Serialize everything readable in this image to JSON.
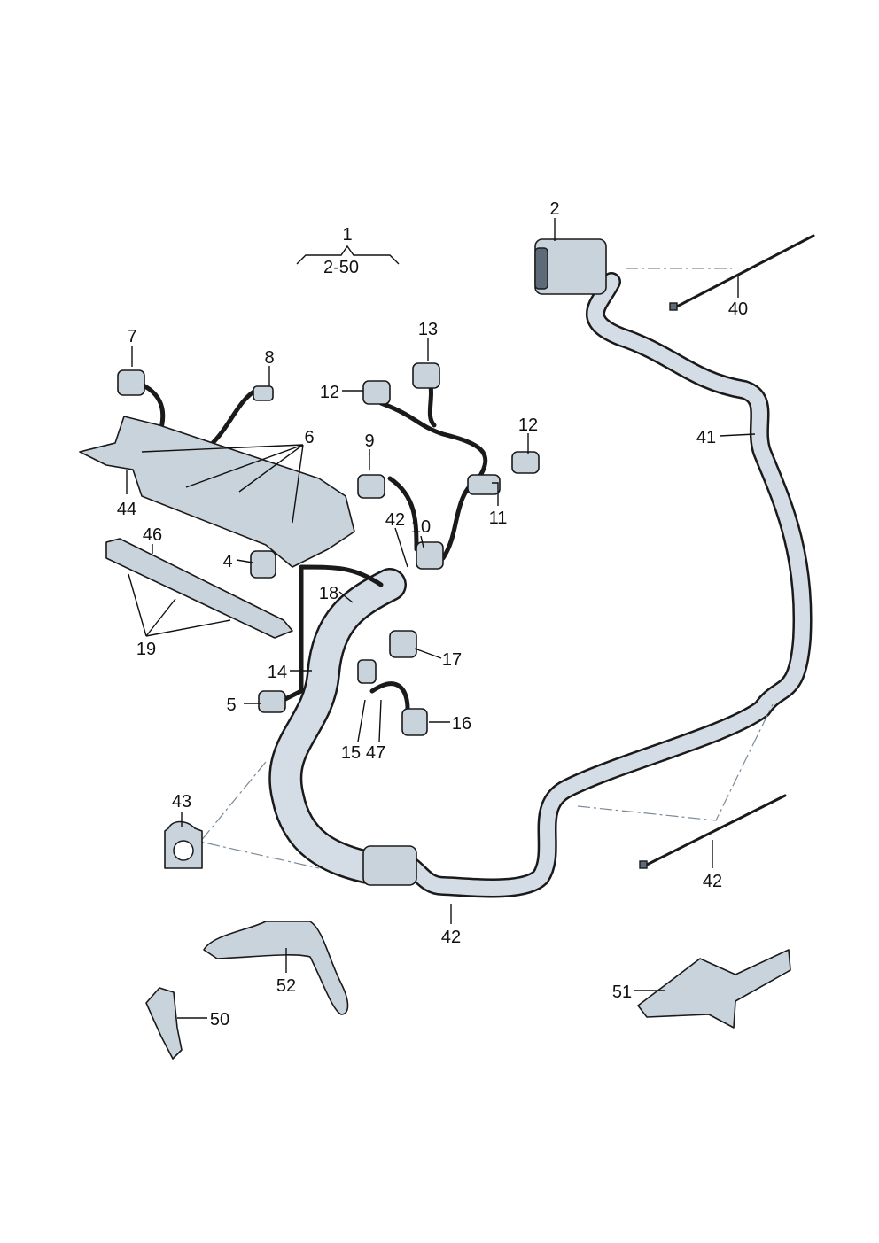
{
  "diagram": {
    "group_label": "1",
    "group_range": "2-50",
    "callouts": [
      "2",
      "40",
      "41",
      "7",
      "8",
      "13",
      "12",
      "12",
      "9",
      "6",
      "44",
      "11",
      "46",
      "42",
      "10",
      "4",
      "18",
      "19",
      "17",
      "14",
      "5",
      "16",
      "15",
      "47",
      "43",
      "42",
      "42",
      "52",
      "51",
      "50"
    ]
  },
  "colors": {
    "part_fill": "#c9d3dc",
    "outline": "#1a1a1a",
    "dash": "#7a8a99"
  }
}
